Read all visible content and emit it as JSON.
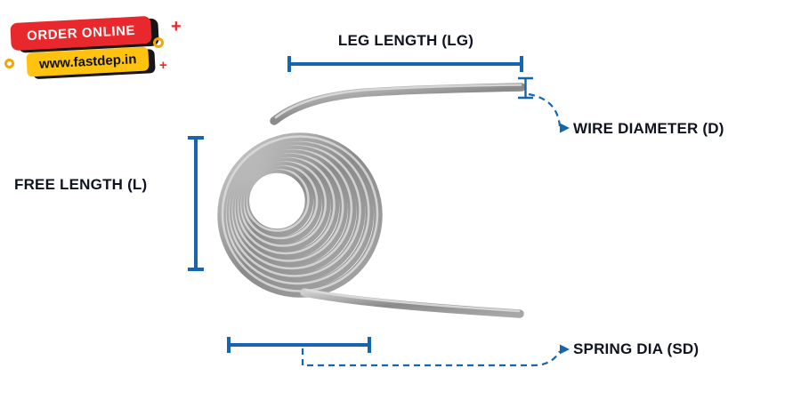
{
  "badges": {
    "order_online": "ORDER ONLINE",
    "website": "www.fastdep.in"
  },
  "labels": {
    "leg_length": "LEG LENGTH (LG)",
    "wire_diameter": "WIRE DIAMETER (D)",
    "free_length": "FREE LENGTH (L)",
    "spring_dia": "SPRING DIA (SD)"
  },
  "icons": {
    "plus": "+"
  },
  "colors": {
    "dimension_blue": "#1565b0",
    "badge_red": "#e8282c",
    "badge_yellow": "#ffc20e",
    "label_text": "#101320",
    "spring_gray": "#9a9a9a"
  }
}
